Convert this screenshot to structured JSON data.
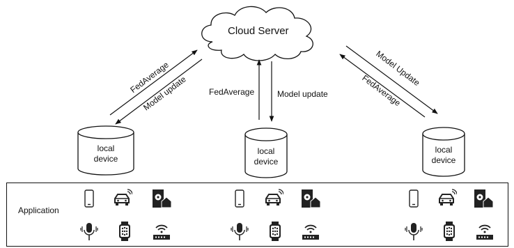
{
  "cloud": {
    "label": "Cloud Server"
  },
  "links": {
    "left": {
      "up": "FedAverage",
      "down": "Model update"
    },
    "center": {
      "up": "FedAverage",
      "down": "Model update"
    },
    "right": {
      "up": "Model Update",
      "down": "FedAverage"
    }
  },
  "devices": [
    {
      "line1": "local",
      "line2": "device"
    },
    {
      "line1": "local",
      "line2": "device"
    },
    {
      "line1": "local",
      "line2": "device"
    }
  ],
  "application": {
    "label": "Application",
    "icon_groups": [
      [
        "smartphone-icon",
        "car-icon",
        "smart-home-icon",
        "voice-assistant-icon",
        "smartwatch-icon",
        "wifi-router-icon"
      ],
      [
        "smartphone-icon",
        "car-icon",
        "smart-home-icon",
        "voice-assistant-icon",
        "smartwatch-icon",
        "wifi-router-icon"
      ],
      [
        "smartphone-icon",
        "car-icon",
        "smart-home-icon",
        "voice-assistant-icon",
        "smartwatch-icon",
        "wifi-router-icon"
      ]
    ]
  },
  "colors": {
    "stroke": "#111111",
    "background": "#ffffff"
  }
}
